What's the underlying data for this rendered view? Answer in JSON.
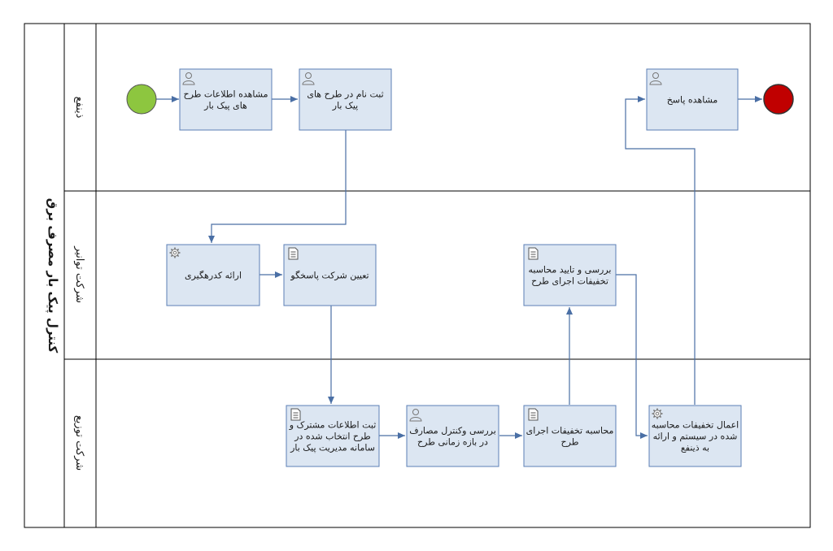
{
  "pool": {
    "label": "کنترل پیک بار مصرف برق"
  },
  "lanes": [
    {
      "id": "beneficiary",
      "label": "ذینفع"
    },
    {
      "id": "transmission",
      "label": "شرکت توانیر"
    },
    {
      "id": "distribution",
      "label": "شرکت توزیع"
    }
  ],
  "tasks": {
    "view_info": {
      "type": "user",
      "lines": [
        "مشاهده اطلاعات طرح",
        "های پیک بار"
      ]
    },
    "register": {
      "type": "user",
      "lines": [
        "ثبت نام در طرح های",
        "پیک بار"
      ]
    },
    "view_response": {
      "type": "user",
      "lines": [
        "مشاهده پاسخ"
      ]
    },
    "provide_code": {
      "type": "service",
      "lines": [
        "ارائه کدرهگیری"
      ]
    },
    "assign_company": {
      "type": "script",
      "lines": [
        "تعیین شرکت پاسخگو"
      ]
    },
    "review_approve": {
      "type": "script",
      "lines": [
        "بررسی و تایید محاسبه",
        "تخفیفات اجرای طرح"
      ]
    },
    "register_data": {
      "type": "script",
      "lines": [
        "ثبت اطلاعات مشترک و",
        "طرح انتخاب شده در",
        "سامانه مدیریت پیک بار"
      ]
    },
    "monitor_usage": {
      "type": "user",
      "lines": [
        "بررسی وکنترل مصارف",
        "در بازه زمانی طرح"
      ]
    },
    "calc_discount": {
      "type": "script",
      "lines": [
        "محاسبه تخفیفات اجرای",
        "طرح"
      ]
    },
    "apply_discount": {
      "type": "service",
      "lines": [
        "اعمال تخفیفات محاسبه",
        "شده در سیستم و ارائه",
        "به ذینفع"
      ]
    }
  },
  "events": {
    "start": {
      "type": "start",
      "color": "#8dc63f"
    },
    "end": {
      "type": "end",
      "color": "#c00000"
    }
  },
  "colors": {
    "task_fill": "#dce6f2",
    "task_stroke": "#5b7fb5",
    "flow": "#4a6fa5",
    "border": "#000000"
  }
}
